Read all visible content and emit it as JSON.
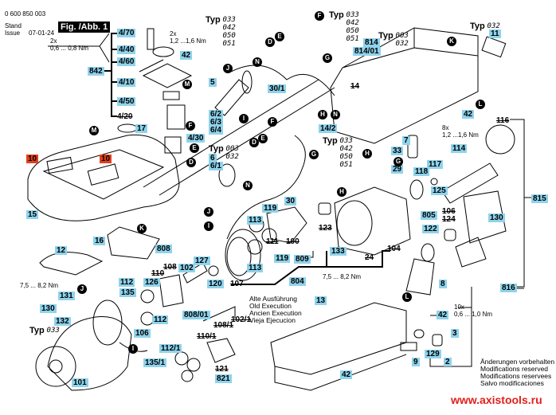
{
  "header": {
    "doc_number": "0 600 850 003",
    "stand_label": "Stand",
    "issue_label": "Issue",
    "stand_value": "07-01-24",
    "figure": "Fig. /Abb. 1"
  },
  "callouts": [
    "4/70",
    "4/40",
    "4/60",
    "842",
    "4/10",
    "4/50",
    "42",
    "17",
    "4/30",
    "5",
    "6/2",
    "6/3",
    "6/4",
    "30/1",
    "814",
    "814/01",
    "11",
    "14/2",
    "42",
    "6",
    "6/1",
    "7",
    "33",
    "29",
    "114",
    "117",
    "118",
    "125",
    "30",
    "119",
    "113",
    "113",
    "119",
    "809",
    "133",
    "130",
    "815",
    "805",
    "122",
    "10",
    "10",
    "15",
    "16",
    "12",
    "808",
    "127",
    "102",
    "120",
    "804",
    "8",
    "816",
    "112",
    "126",
    "135",
    "112",
    "131",
    "130",
    "132",
    "106",
    "808/01",
    "112/1",
    "135/1",
    "821",
    "101",
    "13",
    "42",
    "3",
    "129",
    "9",
    "2",
    "42"
  ],
  "struck": [
    "4/20",
    "14",
    "116",
    "123",
    "111",
    "100",
    "104",
    "24",
    "110",
    "108",
    "107",
    "106",
    "124",
    "102/1",
    "108/1",
    "110/1",
    "121"
  ],
  "letters": [
    "F",
    "D",
    "E",
    "N",
    "G",
    "J",
    "M",
    "I",
    "H",
    "N",
    "K",
    "L",
    "M",
    "F",
    "E",
    "D",
    "D",
    "E",
    "F",
    "G",
    "N",
    "J",
    "I",
    "H",
    "H",
    "G",
    "K",
    "J",
    "I",
    "L"
  ],
  "typ_blocks": [
    {
      "label": "Typ",
      "codes": [
        "033",
        "042",
        "050",
        "051"
      ]
    },
    {
      "label": "Typ",
      "codes": [
        "033",
        "042",
        "050",
        "051"
      ]
    },
    {
      "label": "Typ",
      "codes": [
        "003",
        "032"
      ]
    },
    {
      "label": "Typ",
      "codes": [
        "032"
      ]
    },
    {
      "label": "Typ",
      "codes": [
        "033",
        "042",
        "050",
        "051"
      ]
    },
    {
      "label": "Typ",
      "codes": [
        "003",
        "032"
      ]
    },
    {
      "label": "Typ",
      "codes": [
        "033"
      ]
    }
  ],
  "torques": [
    [
      "2x",
      "1,2 ...1,6 Nm"
    ],
    [
      "2x",
      "0,6 ... 0,8 Nm"
    ],
    [
      "8x",
      "1,2 ...1,6 Nm"
    ],
    [
      "7,5 ... 8,2 Nm"
    ],
    [
      "7,5 ... 8,2 Nm"
    ],
    [
      "10x",
      "0,6 ... 1,0 Nm"
    ]
  ],
  "old_execution": [
    "Alte Ausführung",
    "Old Execution",
    "Ancien Execution",
    "Vieja Ejecucion"
  ],
  "modifications": [
    "Änderungen vorbehalten",
    "Modifications reserved",
    "Modifications reservees",
    "Salvo modificaciones"
  ],
  "watermark": "www.axistools.ru",
  "colors": {
    "callout": "#8fd3ec",
    "callout_highlight": "#e2401c",
    "watermark": "#e0201c"
  }
}
